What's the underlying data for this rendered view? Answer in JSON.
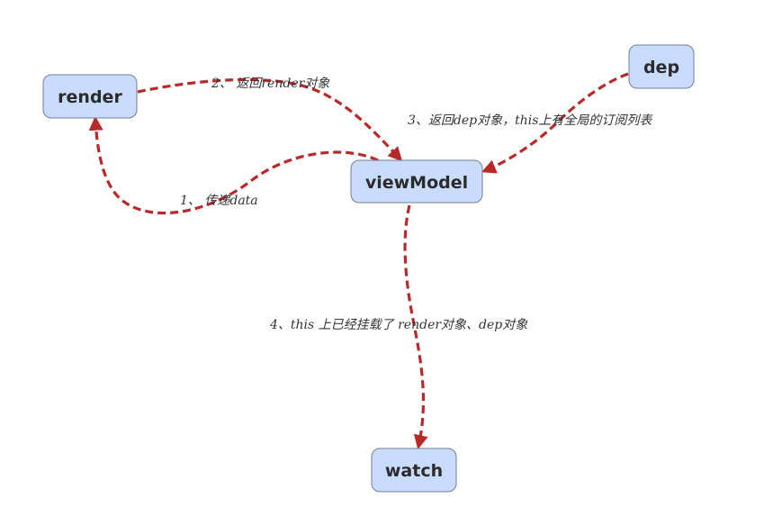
{
  "diagram": {
    "nodes": {
      "render": "render",
      "viewModel": "viewModel",
      "dep": "dep",
      "watch": "watch"
    },
    "edges": {
      "e1": {
        "from": "viewModel",
        "to": "render",
        "label": "1、 传递data"
      },
      "e2": {
        "from": "render",
        "to": "viewModel",
        "label": "2、 返回render对象"
      },
      "e3": {
        "from": "dep",
        "to": "viewModel",
        "label": "3、返回dep对象，this上有全局的订阅列表"
      },
      "e4": {
        "from": "viewModel",
        "to": "watch",
        "label": "4、this 上已经挂载了 render对象、dep对象"
      }
    },
    "colors": {
      "node_fill": "#c9dcfb",
      "node_border": "#6f7f98",
      "edge": "#b8292a"
    }
  }
}
